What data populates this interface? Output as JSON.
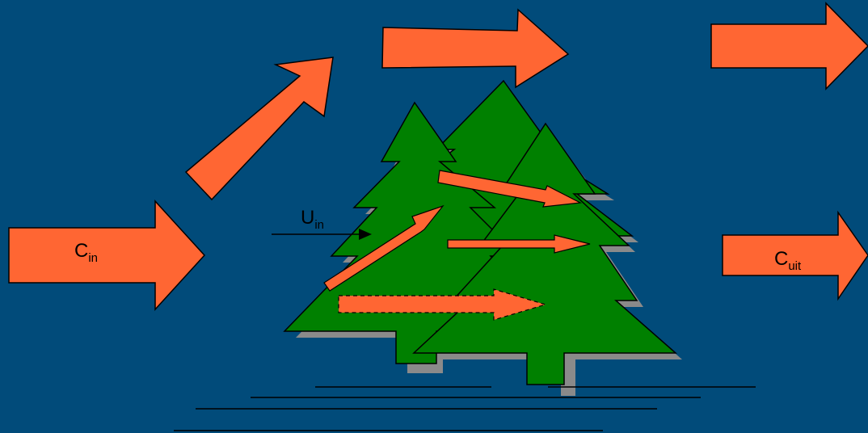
{
  "colors": {
    "background": "#014b7a",
    "arrow_fill": "#ff6633",
    "tree_fill": "#008000",
    "tree_shadow": "#8a8a8a",
    "stroke": "#000000"
  },
  "labels": {
    "c_in": {
      "main": "C",
      "sub": "in"
    },
    "u_in": {
      "main": "U",
      "sub": "in"
    },
    "c_uit": {
      "main": "C",
      "sub": "uit"
    }
  }
}
